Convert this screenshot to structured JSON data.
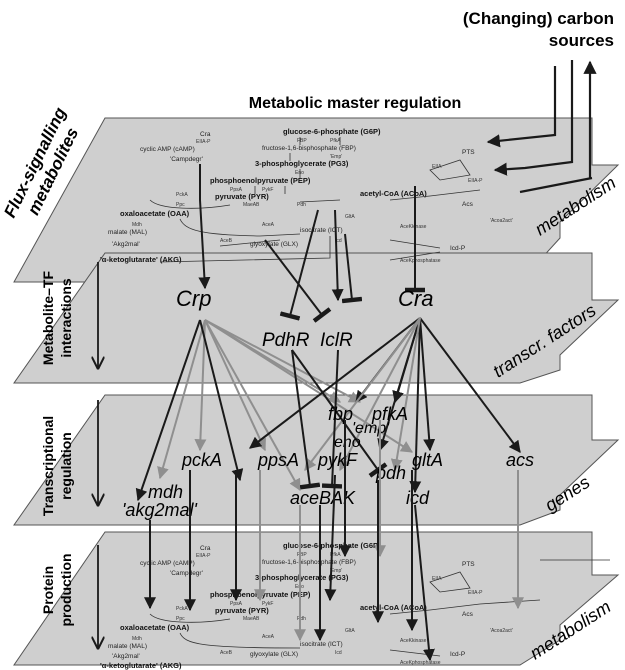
{
  "header": {
    "carbon_line1": "(Changing) carbon",
    "carbon_line2": "sources",
    "master_regulation": "Metabolic master regulation"
  },
  "left_labels": {
    "flux_line1": "Flux-signalling",
    "flux_line2": "metabolites",
    "mtf_line1": "Metabolite–TF",
    "mtf_line2": "interactions",
    "trans_line1": "Transcriptional",
    "trans_line2": "regulation",
    "prot_line1": "Protein",
    "prot_line2": "production"
  },
  "layers": {
    "metabolism_top": "metabolism",
    "tf": "transcr. factors",
    "genes": "genes",
    "metabolism_bottom": "metabolism"
  },
  "transcription_factors": [
    "Crp",
    "PdhR",
    "IclR",
    "Cra"
  ],
  "genes": {
    "fbp": "fbp",
    "pfkA": "pfkA",
    "emp": "'emp'",
    "eno": "eno",
    "pckA": "pckA",
    "ppsA": "ppsA",
    "pykF": "pykF",
    "pdh": "pdh",
    "gltA": "gltA",
    "acs": "acs",
    "mdh": "mdh",
    "akg2mal": "'akg2mal'",
    "aceBAK": "aceBAK",
    "icd": "icd"
  },
  "metabolism_map": {
    "cyclic_amp": "cyclic AMP (cAMP)",
    "cra_eiia": "Cra",
    "eiia_p": "EIIA-P",
    "campdegr": "'Campdegr'",
    "g6p": "glucose-6-phosphate (G6P)",
    "fbp_enz": "FBP",
    "pfka_enz": "PfkA",
    "fbp_met": "fructose-1,6-bisphosphate (FBP)",
    "emp_path": "'Emp'",
    "pg3": "3-phosphoglycerate (PG3)",
    "eno": "Eno",
    "pep": "phosphoenolpyruvate (PEP)",
    "ppsa": "PpsA",
    "pykf": "PykF",
    "pyr": "pyruvate (PYR)",
    "pckA": "PckA",
    "ppc": "Ppc",
    "maeab": "MaeAB",
    "pdh": "Pdh",
    "accoa": "acetyl-CoA (ACoA)",
    "oaa": "oxaloacetate (OAA)",
    "glta": "GltA",
    "mdh": "Mdh",
    "acea": "AceA",
    "icit": "isocitrate (ICT)",
    "mal": "malate (MAL)",
    "aceb": "AceB",
    "glx": "glyoxylate (GLX)",
    "icd": "Icd",
    "akg2mal": "'Akg2mal'",
    "akg": "'α-ketoglutarate' (AKG)",
    "acek_kinase": "AceKkinase",
    "acek_phosphatase": "AceKphosphatase",
    "icdp": "Icd-P",
    "pts": "PTS",
    "eiia": "EIIA",
    "acs": "Acs",
    "acoa2act": "'Acoa2act'"
  },
  "colors": {
    "plane_fill": "#cfcfcf",
    "plane_stroke": "#555555",
    "dark_arrow": "#1a1a1a",
    "grey_arrow": "#8f8f8f"
  }
}
